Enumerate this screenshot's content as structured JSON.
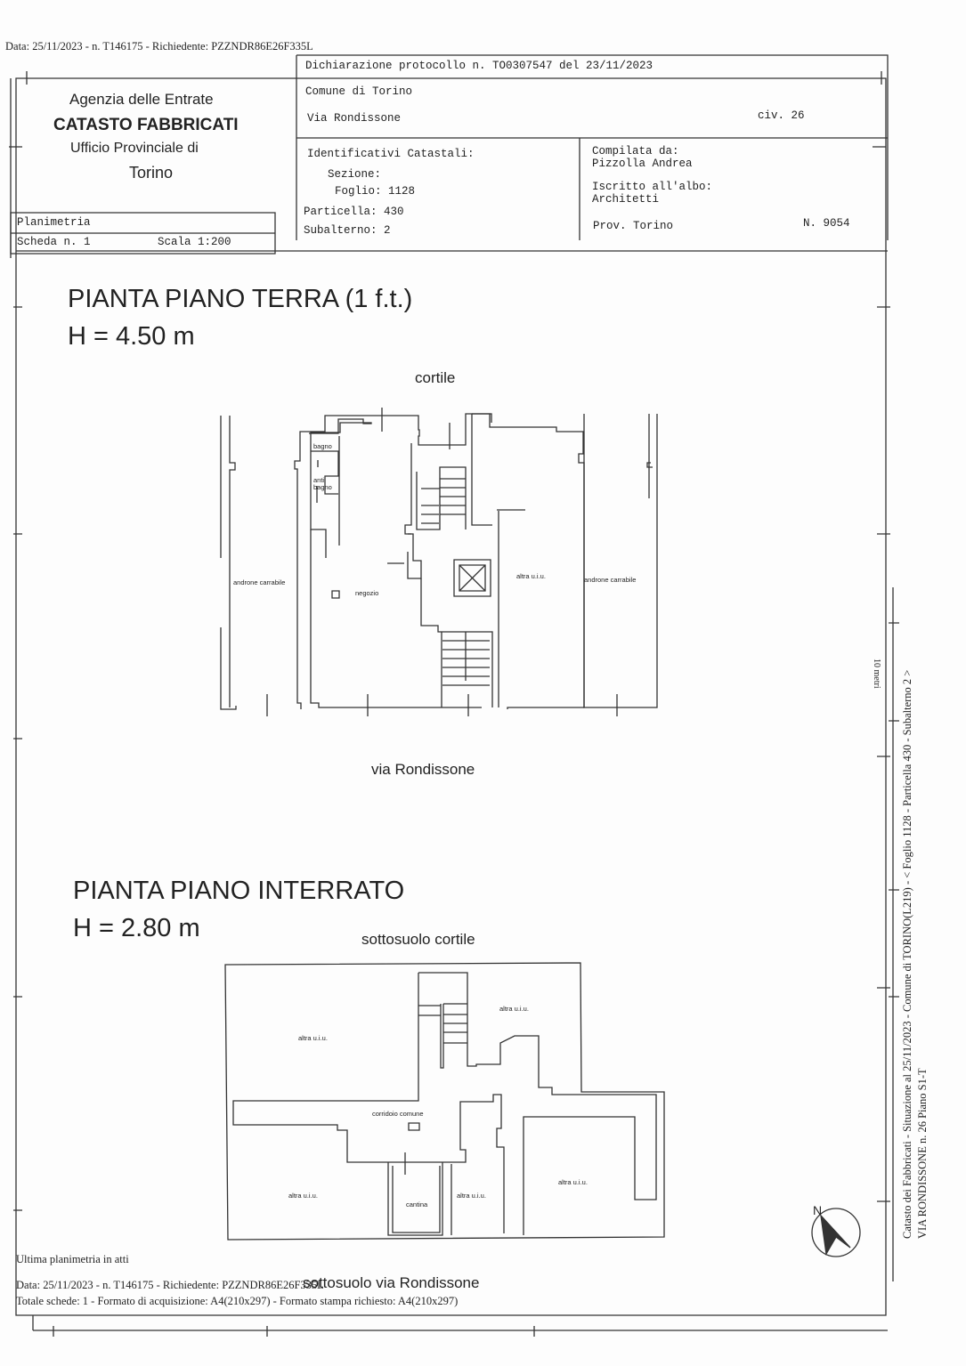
{
  "header_line": "Data: 25/11/2023 - n. T146175 - Richiedente: PZZNDR86E26F335L",
  "agency": {
    "line1": "Agenzia delle Entrate",
    "line2": "CATASTO FABBRICATI",
    "line3": "Ufficio Provinciale di",
    "line4": "Torino"
  },
  "planimetria": {
    "label": "Planimetria",
    "scheda": "Scheda n. 1",
    "scala": "Scala 1:200"
  },
  "declaration": {
    "protocol": "Dichiarazione protocollo n. TO0307547 del  23/11/2023",
    "comune": "Comune di Torino",
    "via": "Via Rondissone",
    "civico": "civ. 26"
  },
  "identificativi": {
    "title": "Identificativi Catastali:",
    "sezione": "Sezione:",
    "foglio": "Foglio: 1128",
    "particella": "Particella: 430",
    "subalterno": "Subalterno: 2"
  },
  "compilata": {
    "title": "Compilata da:",
    "name": "Pizzolla Andrea",
    "albo_label": "Iscritto all'albo:",
    "albo": "Architetti",
    "prov": "Prov. Torino",
    "numero": "N. 9054"
  },
  "ground_floor": {
    "title": "PIANTA PIANO TERRA (1 f.t.)",
    "height": "H = 4.50 m",
    "top_label": "cortile",
    "bottom_label": "via Rondissone",
    "rooms": {
      "bagno": "bagno",
      "antibagno_1": "anti",
      "antibagno_2": "bagno",
      "androne_left": "androne carrabile",
      "negozio": "negozio",
      "altra": "altra u.i.u.",
      "androne_right": "androne carrabile"
    }
  },
  "basement": {
    "title": "PIANTA PIANO INTERRATO",
    "height": "H = 2.80 m",
    "top_label": "sottosuolo cortile",
    "bottom_label": "sottosuolo via Rondissone",
    "rooms": {
      "altra_nw": "altra u.i.u.",
      "altra_ne": "altra u.i.u.",
      "corridoio": "corridoio comune",
      "altra_sw": "altra u.i.u.",
      "cantina": "cantina",
      "altra_s": "altra u.i.u.",
      "altra_se": "altra u.i.u."
    }
  },
  "compass_label": "N",
  "side_text": {
    "scale_mark": "10 metri",
    "line1": "Catasto dei Fabbricati - Situazione al 25/11/2023 - Comune di TORINO(L219) - < Foglio 1128 - Particella  430 - Subalterno 2 >",
    "line2": "VIA RONDISSONE n. 26 Piano S1-T"
  },
  "footer": {
    "ultima": "Ultima planimetria in atti",
    "data": "Data: 25/11/2023 - n. T146175 - Richiedente: PZZNDR86E26F335L",
    "totale": "Totale schede: 1 - Formato di acquisizione: A4(210x297)  - Formato stampa richiesto: A4(210x297)"
  }
}
